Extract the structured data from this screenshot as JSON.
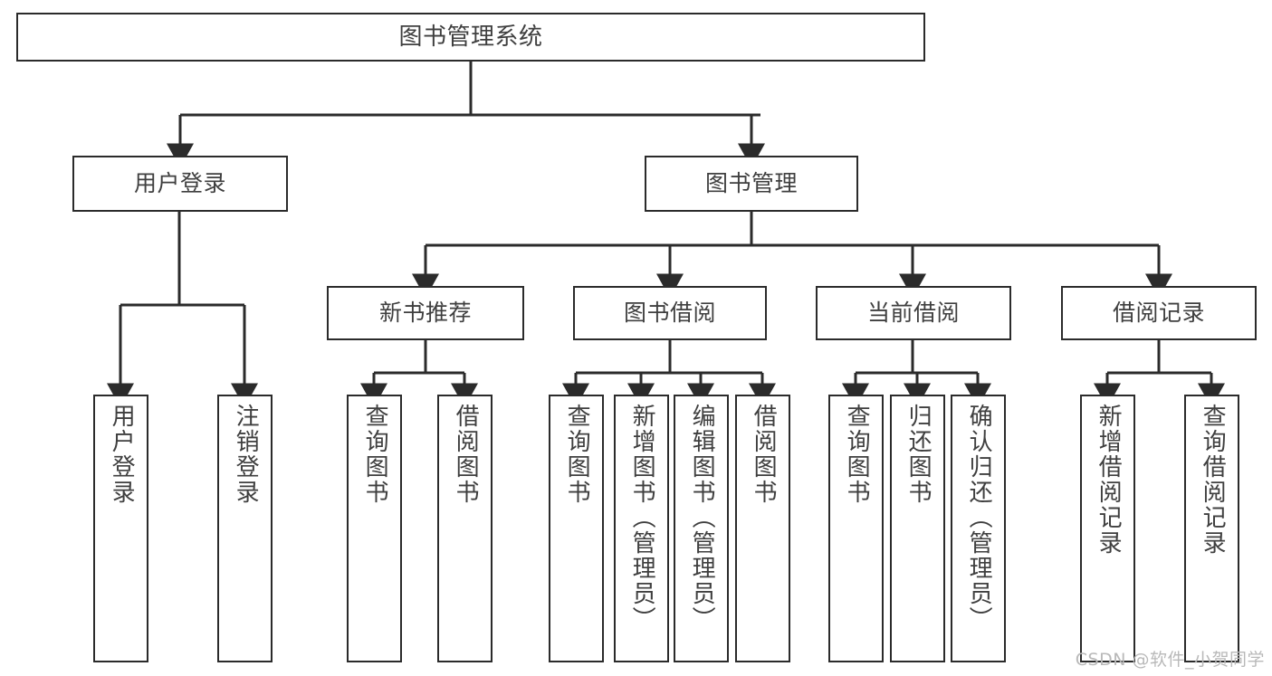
{
  "diagram": {
    "title": "图书管理系统",
    "type": "hierarchy-tree",
    "stroke_color": "#2b2b2b",
    "text_color": "#3f3f3f",
    "background_color": "#ffffff",
    "root": {
      "id": "root",
      "label": "图书管理系统",
      "orientation": "horizontal"
    },
    "level2": [
      {
        "id": "user-login",
        "label": "用户登录",
        "orientation": "horizontal"
      },
      {
        "id": "book-manage",
        "label": "图书管理",
        "orientation": "horizontal"
      }
    ],
    "level3": [
      {
        "id": "new-book-rec",
        "label": "新书推荐",
        "orientation": "horizontal"
      },
      {
        "id": "book-borrow",
        "label": "图书借阅",
        "orientation": "horizontal"
      },
      {
        "id": "current-borrow",
        "label": "当前借阅",
        "orientation": "horizontal"
      },
      {
        "id": "borrow-record",
        "label": "借阅记录",
        "orientation": "horizontal"
      }
    ],
    "leaves": {
      "user_login": [
        {
          "id": "leaf-user-login",
          "label": "用户登录"
        },
        {
          "id": "leaf-logout",
          "label": "注销登录"
        }
      ],
      "new_book_rec": [
        {
          "id": "leaf-query-book-1",
          "label": "查询图书"
        },
        {
          "id": "leaf-borrow-book-1",
          "label": "借阅图书"
        }
      ],
      "book_borrow": [
        {
          "id": "leaf-query-book-2",
          "label": "查询图书"
        },
        {
          "id": "leaf-add-book",
          "label": "新增图书（管理员）"
        },
        {
          "id": "leaf-edit-book",
          "label": "编辑图书（管理员）"
        },
        {
          "id": "leaf-borrow-book-2",
          "label": "借阅图书"
        }
      ],
      "current_borrow": [
        {
          "id": "leaf-query-book-3",
          "label": "查询图书"
        },
        {
          "id": "leaf-return-book",
          "label": "归还图书"
        },
        {
          "id": "leaf-confirm-return",
          "label": "确认归还（管理员）"
        }
      ],
      "borrow_record": [
        {
          "id": "leaf-add-record",
          "label": "新增借阅记录"
        },
        {
          "id": "leaf-query-record",
          "label": "查询借阅记录"
        }
      ]
    }
  },
  "watermark": {
    "text": "CSDN @软件_小贺同学"
  }
}
